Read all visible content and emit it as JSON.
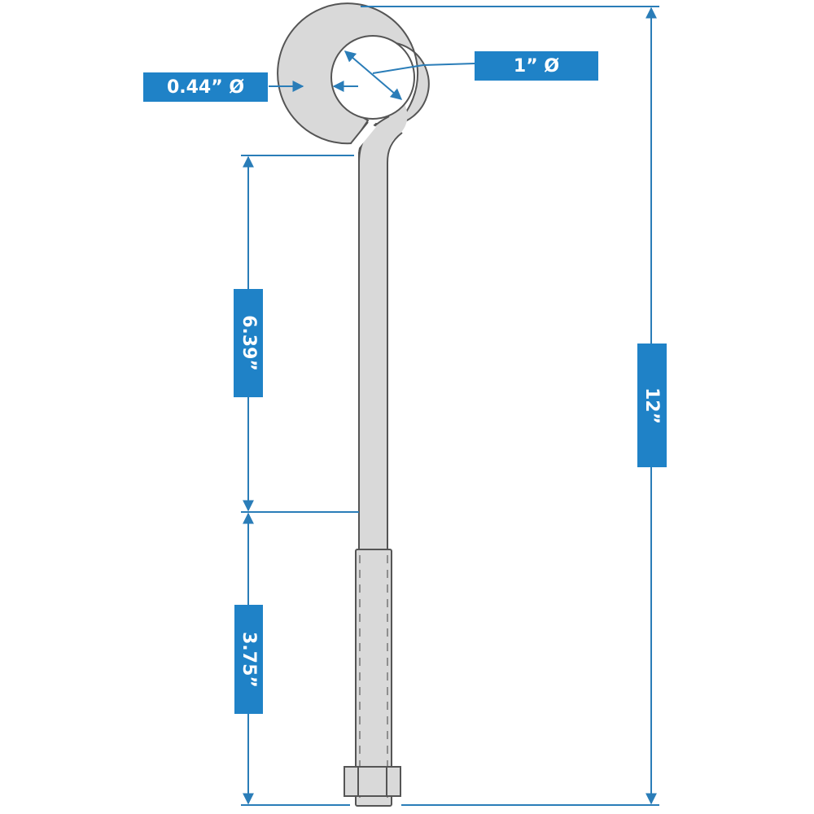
{
  "diagram": {
    "subject": "eye bolt with nut",
    "colors": {
      "label_bg": "#1f82c7",
      "label_text": "#ffffff",
      "dimension_line": "#2a7db8",
      "part_fill": "#d9d9d9",
      "part_outline": "#555555"
    },
    "dimensions": {
      "wire_diameter": {
        "label": "0.44” Ø"
      },
      "eye_inner_diameter": {
        "label": "1” Ø"
      },
      "shank_length": {
        "label": "6.39”"
      },
      "thread_length": {
        "label": "3.75”"
      },
      "overall_length": {
        "label": "12”"
      }
    }
  }
}
